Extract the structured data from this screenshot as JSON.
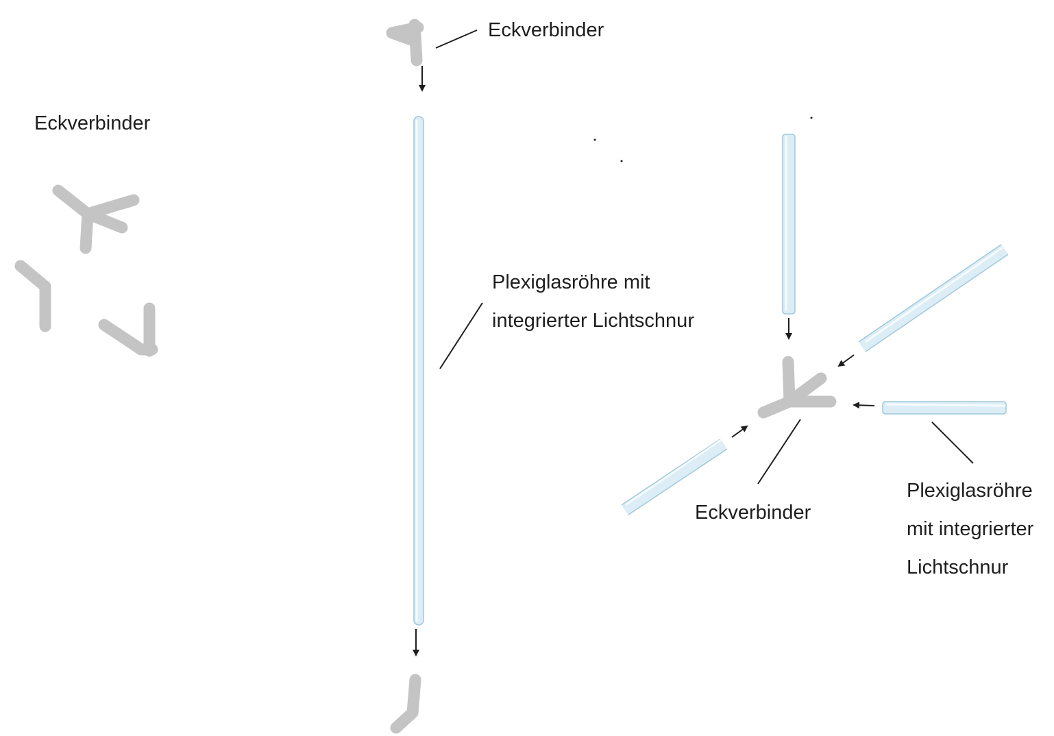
{
  "colors": {
    "connector": "#c4c4c4",
    "connector_shade": "#a9a9a9",
    "tube_fill": "#dcedf5",
    "tube_edge": "#9fc9dc",
    "tube_highlight": "#f5fbfd",
    "line": "#1e1e1e"
  },
  "labels": {
    "left_title": "Eckverbinder",
    "top_connector": "Eckverbinder",
    "tube_label_line1": "Plexiglasröhre mit",
    "tube_label_line2": "integrierter Lichtschnur",
    "joint_connector": "Eckverbinder",
    "right_tube_line1": "Plexiglasröhre",
    "right_tube_line2": "mit integrierter",
    "right_tube_line3": "Lichtschnur"
  },
  "icons": {
    "connector_parts": "elbow-connector-icon",
    "tube_parts": "plexiglass-tube-icon",
    "arrows": "arrow-icon"
  }
}
